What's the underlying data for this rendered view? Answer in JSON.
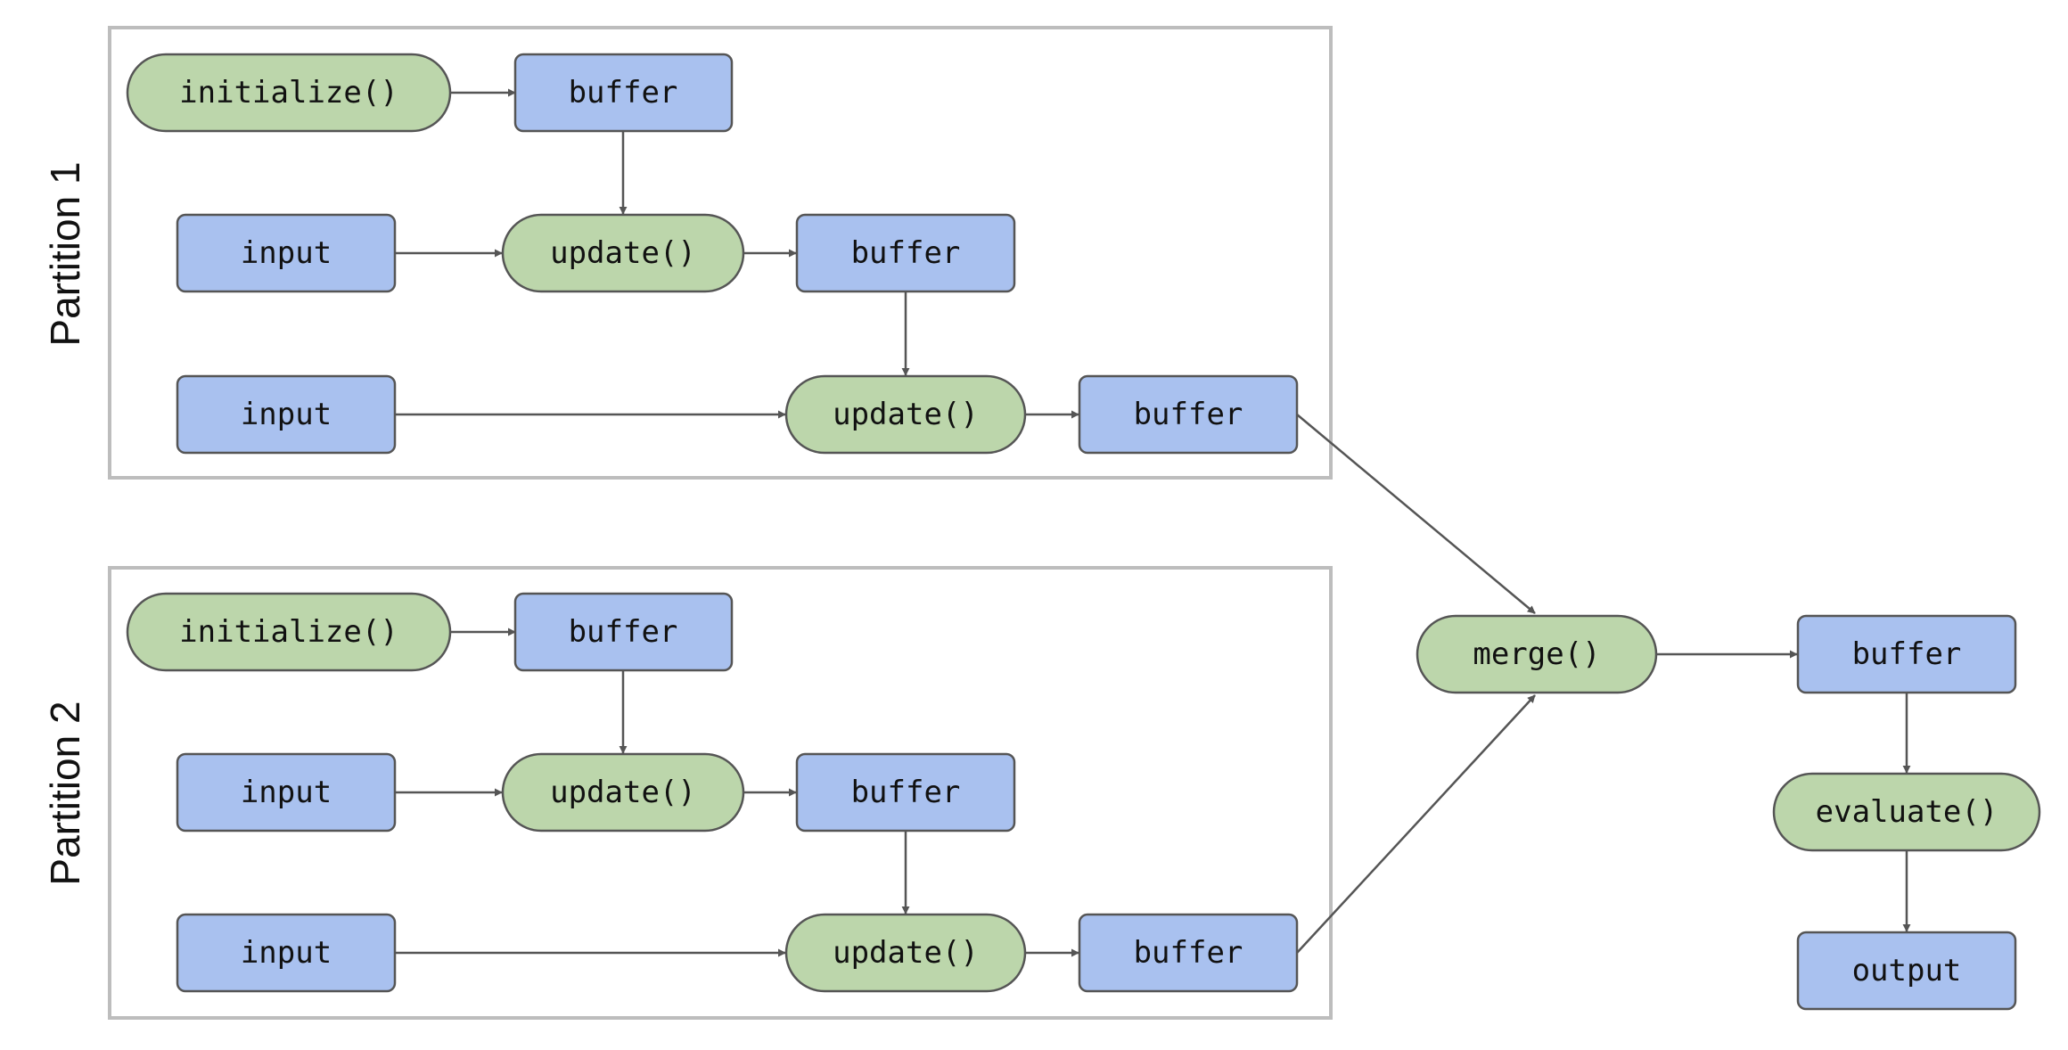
{
  "colors": {
    "data_node_fill": "#a9c1ef",
    "function_node_fill": "#bcd6ab",
    "outline": "#555555",
    "partition_border": "#bdbdbd"
  },
  "partitions": [
    {
      "label": "Partition 1",
      "nodes": {
        "init": "initialize()",
        "buffer_a": "buffer",
        "input_a": "input",
        "update_a": "update()",
        "buffer_b": "buffer",
        "input_b": "input",
        "update_b": "update()",
        "buffer_c": "buffer"
      }
    },
    {
      "label": "Partition 2",
      "nodes": {
        "init": "initialize()",
        "buffer_a": "buffer",
        "input_a": "input",
        "update_a": "update()",
        "buffer_b": "buffer",
        "input_b": "input",
        "update_b": "update()",
        "buffer_c": "buffer"
      }
    }
  ],
  "final": {
    "merge": "merge()",
    "buffer": "buffer",
    "evaluate": "evaluate()",
    "output": "output"
  }
}
